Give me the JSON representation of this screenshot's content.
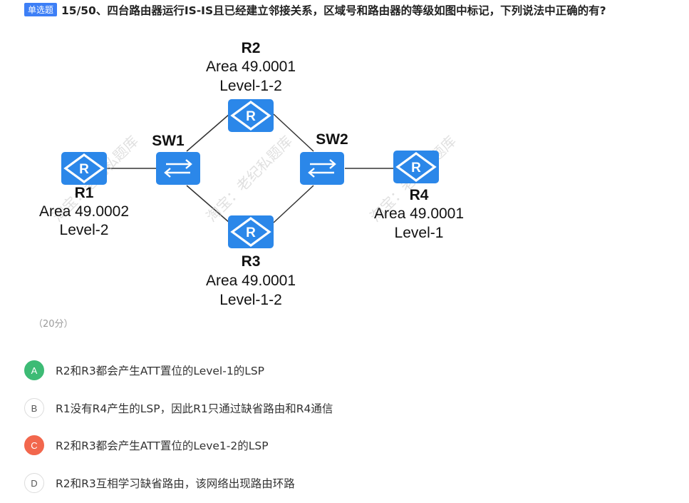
{
  "question": {
    "tag": "单选题",
    "text": "15/50、四台路由器运行IS-IS且已经建立邻接关系，区域号和路由器的等级如图中标记，下列说法中正确的有?",
    "score": "（20分）"
  },
  "diagram": {
    "routers": [
      {
        "name": "R1",
        "area": "Area 49.0002",
        "level": "Level-2"
      },
      {
        "name": "R2",
        "area": "Area 49.0001",
        "level": "Level-1-2"
      },
      {
        "name": "R3",
        "area": "Area 49.0001",
        "level": "Level-1-2"
      },
      {
        "name": "R4",
        "area": "Area 49.0001",
        "level": "Level-1"
      }
    ],
    "switches": [
      {
        "name": "SW1"
      },
      {
        "name": "SW2"
      }
    ],
    "watermark": "淘宝：老纪私题库",
    "colors": {
      "device": "#2b87e9",
      "link": "#333333"
    }
  },
  "options": [
    {
      "letter": "A",
      "text": "R2和R3都会产生ATT置位的Level-1的LSP",
      "state": "correct"
    },
    {
      "letter": "B",
      "text": "R1没有R4产生的LSP，因此R1只通过缺省路由和R4通信",
      "state": "none"
    },
    {
      "letter": "C",
      "text": "R2和R3都会产生ATT置位的Leve1-2的LSP",
      "state": "wrong"
    },
    {
      "letter": "D",
      "text": "R2和R3互相学习缺省路由，该网络出现路由环路",
      "state": "none"
    }
  ]
}
